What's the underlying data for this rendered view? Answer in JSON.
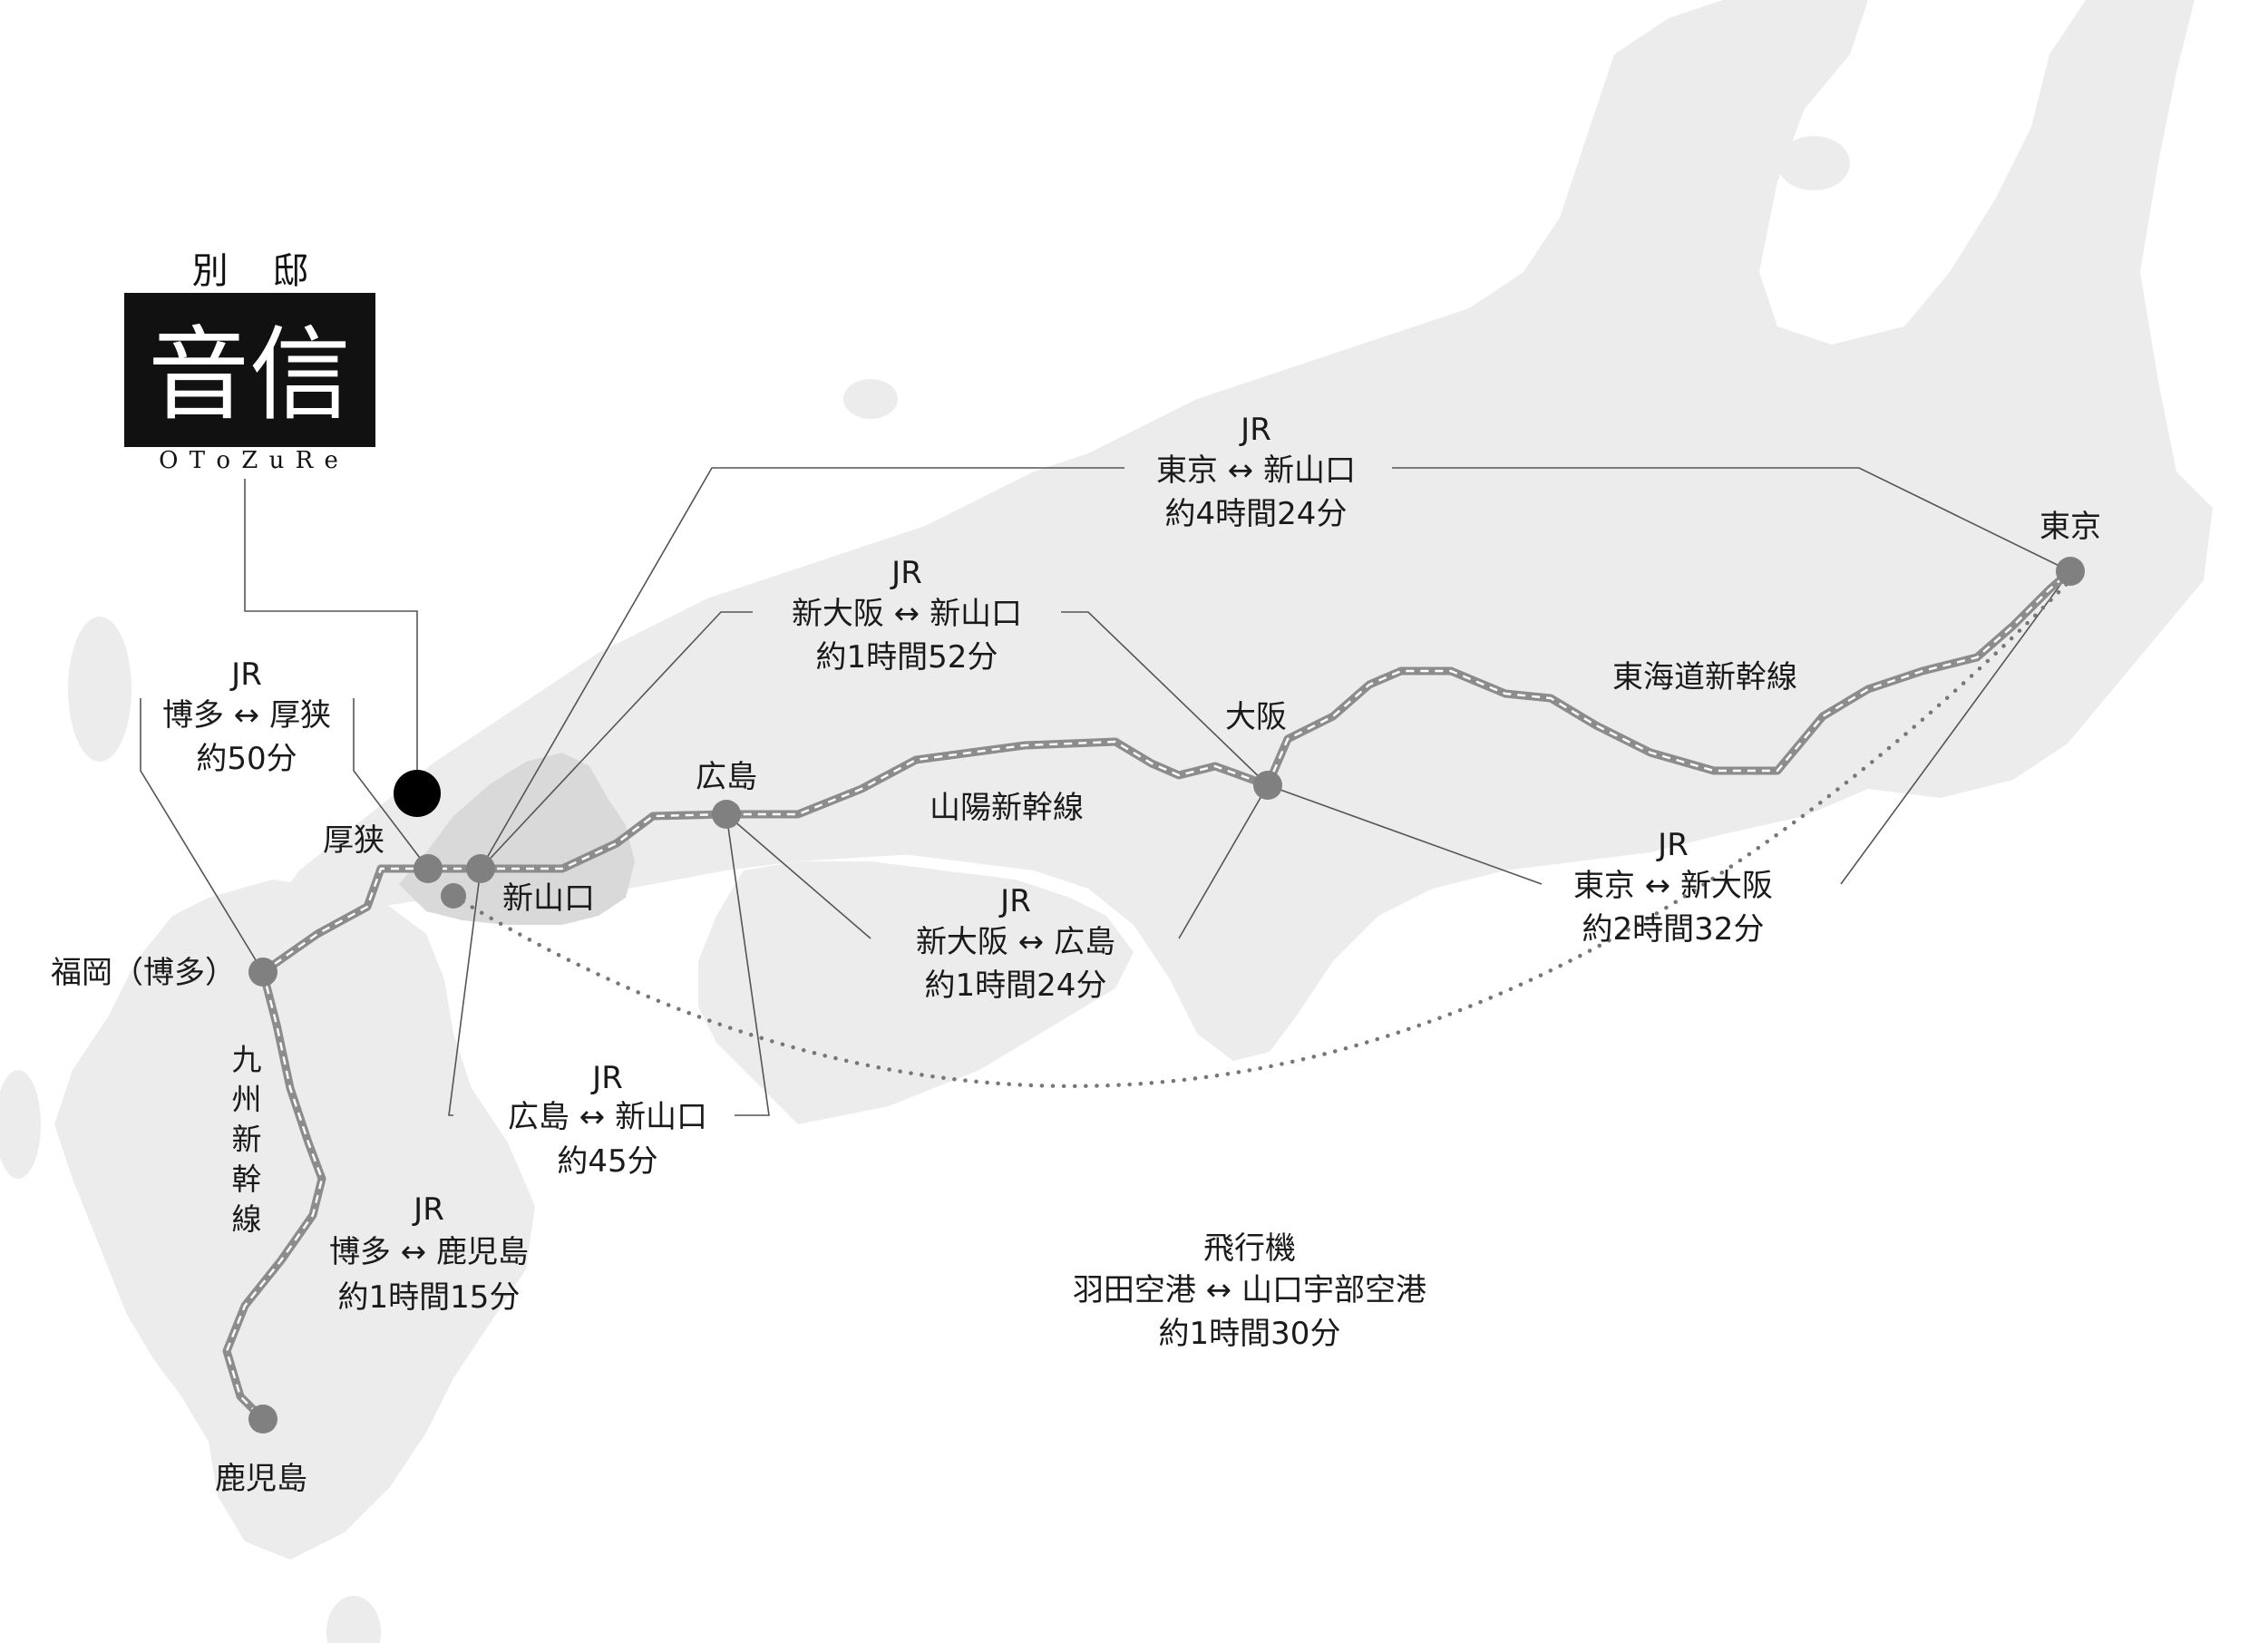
{
  "logo": {
    "top": "別 邸",
    "main": "音信",
    "sub": "O T o Z u R e"
  },
  "stations": [
    {
      "id": "tokyo",
      "name": "東京"
    },
    {
      "id": "osaka",
      "name": "大阪"
    },
    {
      "id": "hiroshima",
      "name": "広島"
    },
    {
      "id": "asa",
      "name": "厚狭"
    },
    {
      "id": "shinyamaguchi",
      "name": "新山口"
    },
    {
      "id": "fukuoka",
      "name": "福岡（博多）"
    },
    {
      "id": "kagoshima",
      "name": "鹿児島"
    }
  ],
  "lines": {
    "tokaido": "東海道新幹線",
    "sanyo": "山陽新幹線",
    "kyushu": [
      "九",
      "州",
      "新",
      "幹",
      "線"
    ]
  },
  "routes": [
    {
      "id": "tokyo-shinyamaguchi",
      "line1": "JR",
      "from": "東京",
      "to": "新山口",
      "arrow": "↔",
      "time": "約4時間24分"
    },
    {
      "id": "shinosaka-shinyamaguchi",
      "line1": "JR",
      "from": "新大阪",
      "to": "新山口",
      "arrow": "↔",
      "time": "約1時間52分"
    },
    {
      "id": "hakata-asa",
      "line1": "JR",
      "from": "博多",
      "to": "厚狭",
      "arrow": "↔",
      "time": "約50分"
    },
    {
      "id": "tokyo-shinosaka",
      "line1": "JR",
      "from": "東京",
      "to": "新大阪",
      "arrow": "↔",
      "time": "約2時間32分"
    },
    {
      "id": "shinosaka-hiroshima",
      "line1": "JR",
      "from": "新大阪",
      "to": "広島",
      "arrow": "↔",
      "time": "約1時間24分"
    },
    {
      "id": "hiroshima-shinyamaguchi",
      "line1": "JR",
      "from": "広島",
      "to": "新山口",
      "arrow": "↔",
      "time": "約45分"
    },
    {
      "id": "hakata-kagoshima",
      "line1": "JR",
      "from": "博多",
      "to": "鹿児島",
      "arrow": "↔",
      "time": "約1時間15分"
    },
    {
      "id": "haneda-yamaguchiube",
      "line1": "飛行機",
      "from": "羽田空港",
      "to": "山口宇部空港",
      "arrow": "↔",
      "time": "約1時間30分"
    }
  ]
}
